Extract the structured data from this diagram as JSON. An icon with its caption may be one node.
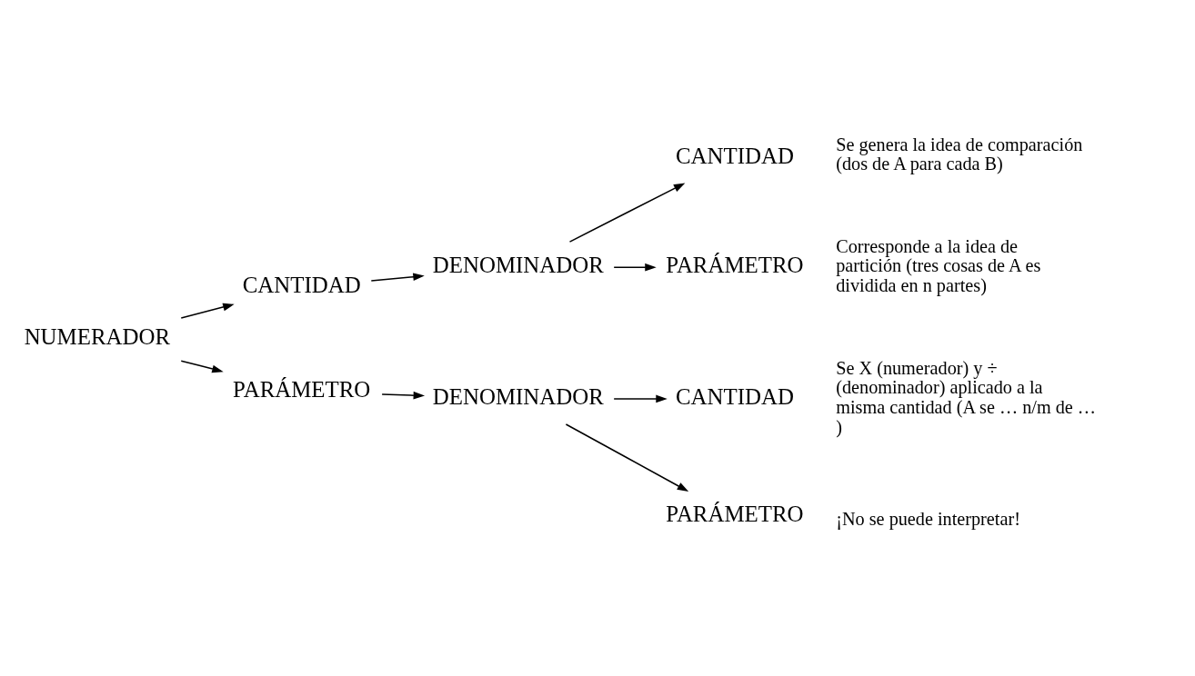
{
  "diagram": {
    "nodes": [
      {
        "text": [
          "NUMERADOR"
        ]
      },
      {
        "text": [
          "CANTIDAD"
        ]
      },
      {
        "text": [
          "PARÁMETRO"
        ]
      },
      {
        "text": [
          "DENOMINADOR"
        ]
      },
      {
        "text": [
          "DENOMINADOR"
        ]
      },
      {
        "text": [
          "CANTIDAD"
        ],
        "beside": [
          "Se genera la idea de comparación (dos de A para cada B)"
        ]
      },
      {
        "text": [
          "PARÁMETRO"
        ],
        "beside": [
          "Corresponde a la idea de partición (tres cosas de A es dividida en n partes)"
        ]
      },
      {
        "text": [
          "CANTIDAD"
        ],
        "beside": [
          "Se X (numerador) y ÷ (denominador) aplicado a la misma cantidad (A se … n/m de … )"
        ]
      },
      {
        "text": [
          "PARÁMETRO"
        ],
        "beside": [
          "¡No se puede interpretar!"
        ]
      }
    ],
    "edges": [
      {
        "from": 0,
        "to": 1,
        "arrow": "to"
      },
      {
        "from": 0,
        "to": 2,
        "arrow": "to"
      },
      {
        "from": 1,
        "to": 3,
        "arrow": "to"
      },
      {
        "from": 2,
        "to": 4,
        "arrow": "to"
      },
      {
        "from": 3,
        "to": 5,
        "arrow": "to"
      },
      {
        "from": 3,
        "to": 6,
        "arrow": "to"
      },
      {
        "from": 4,
        "to": 7,
        "arrow": "to"
      },
      {
        "from": 4,
        "to": 8,
        "arrow": "to"
      }
    ]
  }
}
